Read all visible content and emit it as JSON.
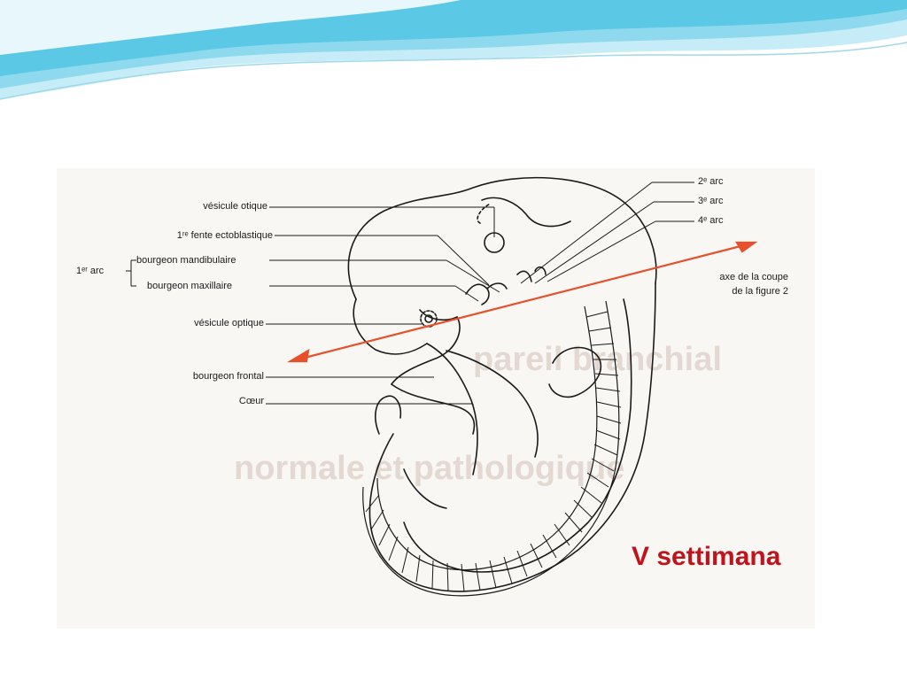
{
  "slide": {
    "title": "V settimana",
    "title_color": "#c0141c",
    "header_wave_colors": [
      "#5bc8e6",
      "#8fd9ee",
      "#c6ecf7"
    ]
  },
  "figure": {
    "labels": {
      "vesicule_otique": "vésicule otique",
      "fente_ectoblastique": "1ʳᵉ fente ectoblastique",
      "arc1": "1ᵉʳ arc",
      "bourgeon_mandibulaire": "bourgeon mandibulaire",
      "bourgeon_maxillaire": "bourgeon maxillaire",
      "vesicule_optique": "vésicule optique",
      "bourgeon_frontal": "bourgeon frontal",
      "coeur": "Cœur",
      "arc2": "2ᵉ arc",
      "arc3": "3ᵉ arc",
      "arc4": "4ᵉ arc",
      "axe_line1": "axe de la coupe",
      "axe_line2": "de la figure 2"
    },
    "axis_color": "#e8502a"
  }
}
